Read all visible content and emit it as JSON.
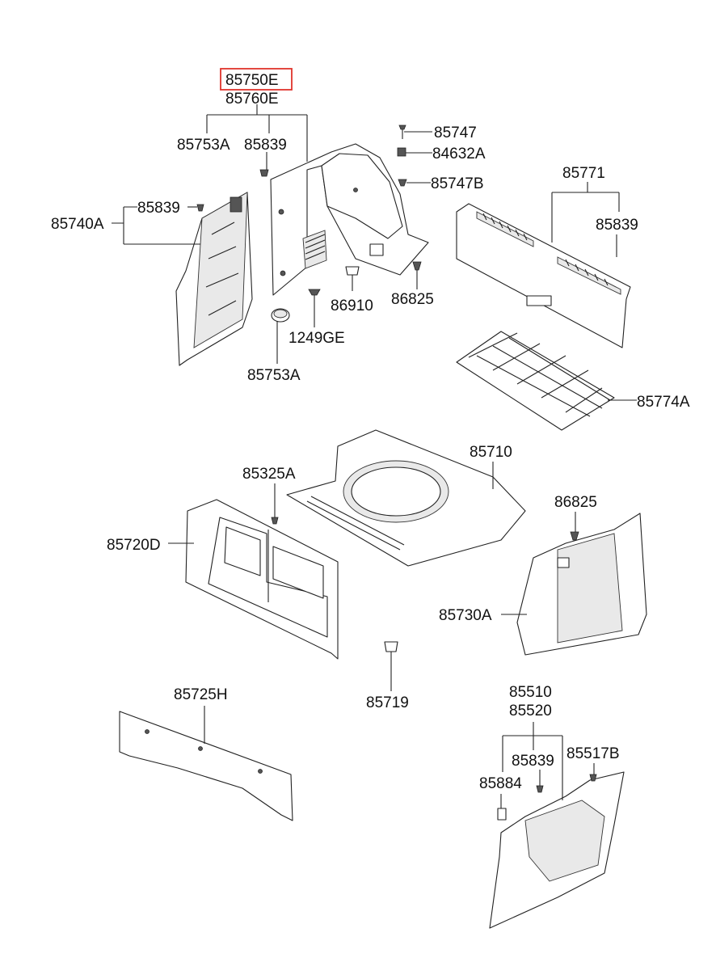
{
  "labels": {
    "p85750E": "85750E",
    "p85760E": "85760E",
    "p85753A_top": "85753A",
    "p85839_a": "85839",
    "p85747": "85747",
    "p84632A": "84632A",
    "p85747B": "85747B",
    "p85771": "85771",
    "p85839_b": "85839",
    "p85740A": "85740A",
    "p85839_c": "85839",
    "p86910": "86910",
    "p86825_a": "86825",
    "p1249GE": "1249GE",
    "p85753A_bottom": "85753A",
    "p85774A": "85774A",
    "p85710": "85710",
    "p85325A": "85325A",
    "p85720D": "85720D",
    "p86825_b": "86825",
    "p85730A": "85730A",
    "p85719": "85719",
    "p85725H": "85725H",
    "p85510": "85510",
    "p85520": "85520",
    "p85839_d": "85839",
    "p85517B": "85517B",
    "p85884": "85884"
  },
  "highlight": {
    "label": "85750E",
    "color": "#e0342c"
  }
}
